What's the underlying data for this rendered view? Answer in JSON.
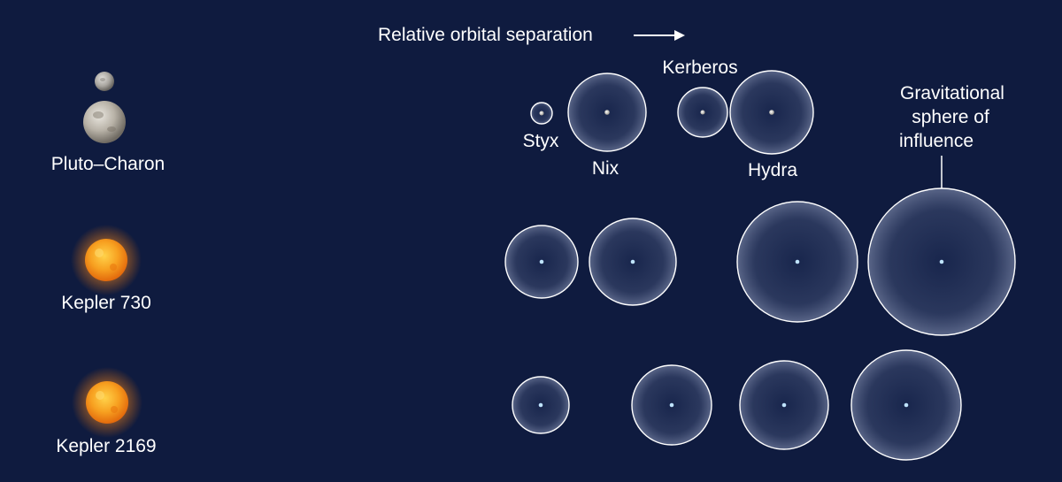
{
  "colors": {
    "background": "#0f1b3f",
    "sphere_outline": "#ffffff",
    "star": "#f39a12",
    "planet": "#bfe4ff",
    "moon": "#e6e3d8"
  },
  "header": {
    "axis_label": "Relative orbital separation"
  },
  "systems": [
    {
      "name": "Pluto–Charon",
      "host_icon": "pluto-charon-icon"
    },
    {
      "name": "Kepler 730",
      "host_icon": "star-icon"
    },
    {
      "name": "Kepler 2169",
      "host_icon": "star-icon"
    }
  ],
  "moons": [
    "Styx",
    "Nix",
    "Kerberos",
    "Hydra"
  ],
  "annotation": {
    "line1": "Gravitational",
    "line2": "sphere of",
    "line3": "influence"
  }
}
